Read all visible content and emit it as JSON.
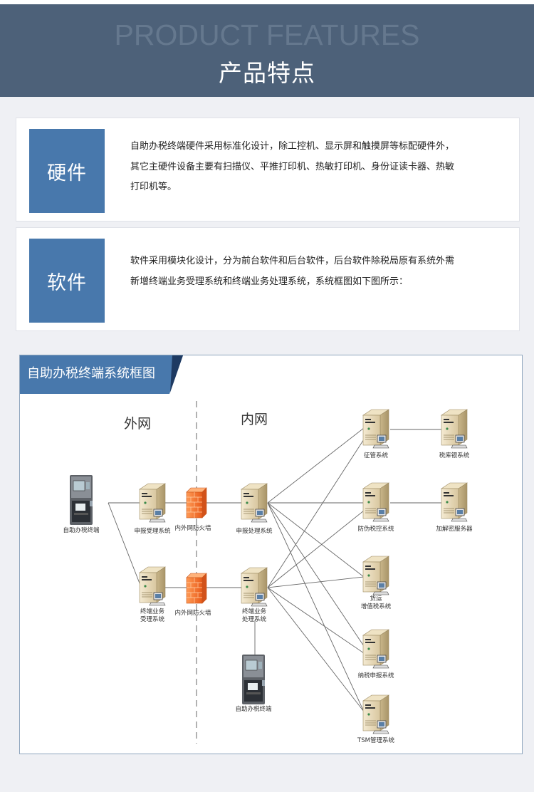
{
  "header": {
    "title_en": "PRODUCT FEATURES",
    "title_cn": "产品特点"
  },
  "features": [
    {
      "tag": "硬件",
      "lines": [
        "自助办税终端硬件采用标准化设计，除工控机、显示屏和触摸屏等标配硬件外，",
        "其它主硬件设备主要有扫描仪、平推打印机、热敏打印机、身份证读卡器、热敏",
        "打印机等。"
      ]
    },
    {
      "tag": "软件",
      "lines": [
        "软件采用模块化设计，分为前台软件和后台软件，后台软件除税局原有系统外需",
        "新增终端业务受理系统和终端业务处理系统，系统框图如下图所示："
      ]
    }
  ],
  "diagram": {
    "title": "自助办税终端系统框图",
    "zones": {
      "outer": "外网",
      "inner": "内网"
    },
    "nodes": {
      "terminal_left": "自助办税终端",
      "declare_accept": "申报受理系统",
      "firewall_top": "内外网防火墙",
      "declare_process": "申报处理系统",
      "terminal_accept_1": "终端业务",
      "terminal_accept_2": "受理系统",
      "firewall_bottom": "内外网防火墙",
      "terminal_process_1": "终端业务",
      "terminal_process_2": "处理系统",
      "terminal_bottom": "自助办税终端",
      "collection": "征管系统",
      "treasury": "税库银系统",
      "anti_fake": "防伪税控系统",
      "crypto": "加解密服务器",
      "freight_1": "货运",
      "freight_2": "增值税系统",
      "tax_declare": "纳税申报系统",
      "tsm": "TSM管理系统"
    }
  },
  "colors": {
    "header_bg": "#4d6179",
    "accent": "#4878ac",
    "page_bg": "#eff0f4"
  }
}
